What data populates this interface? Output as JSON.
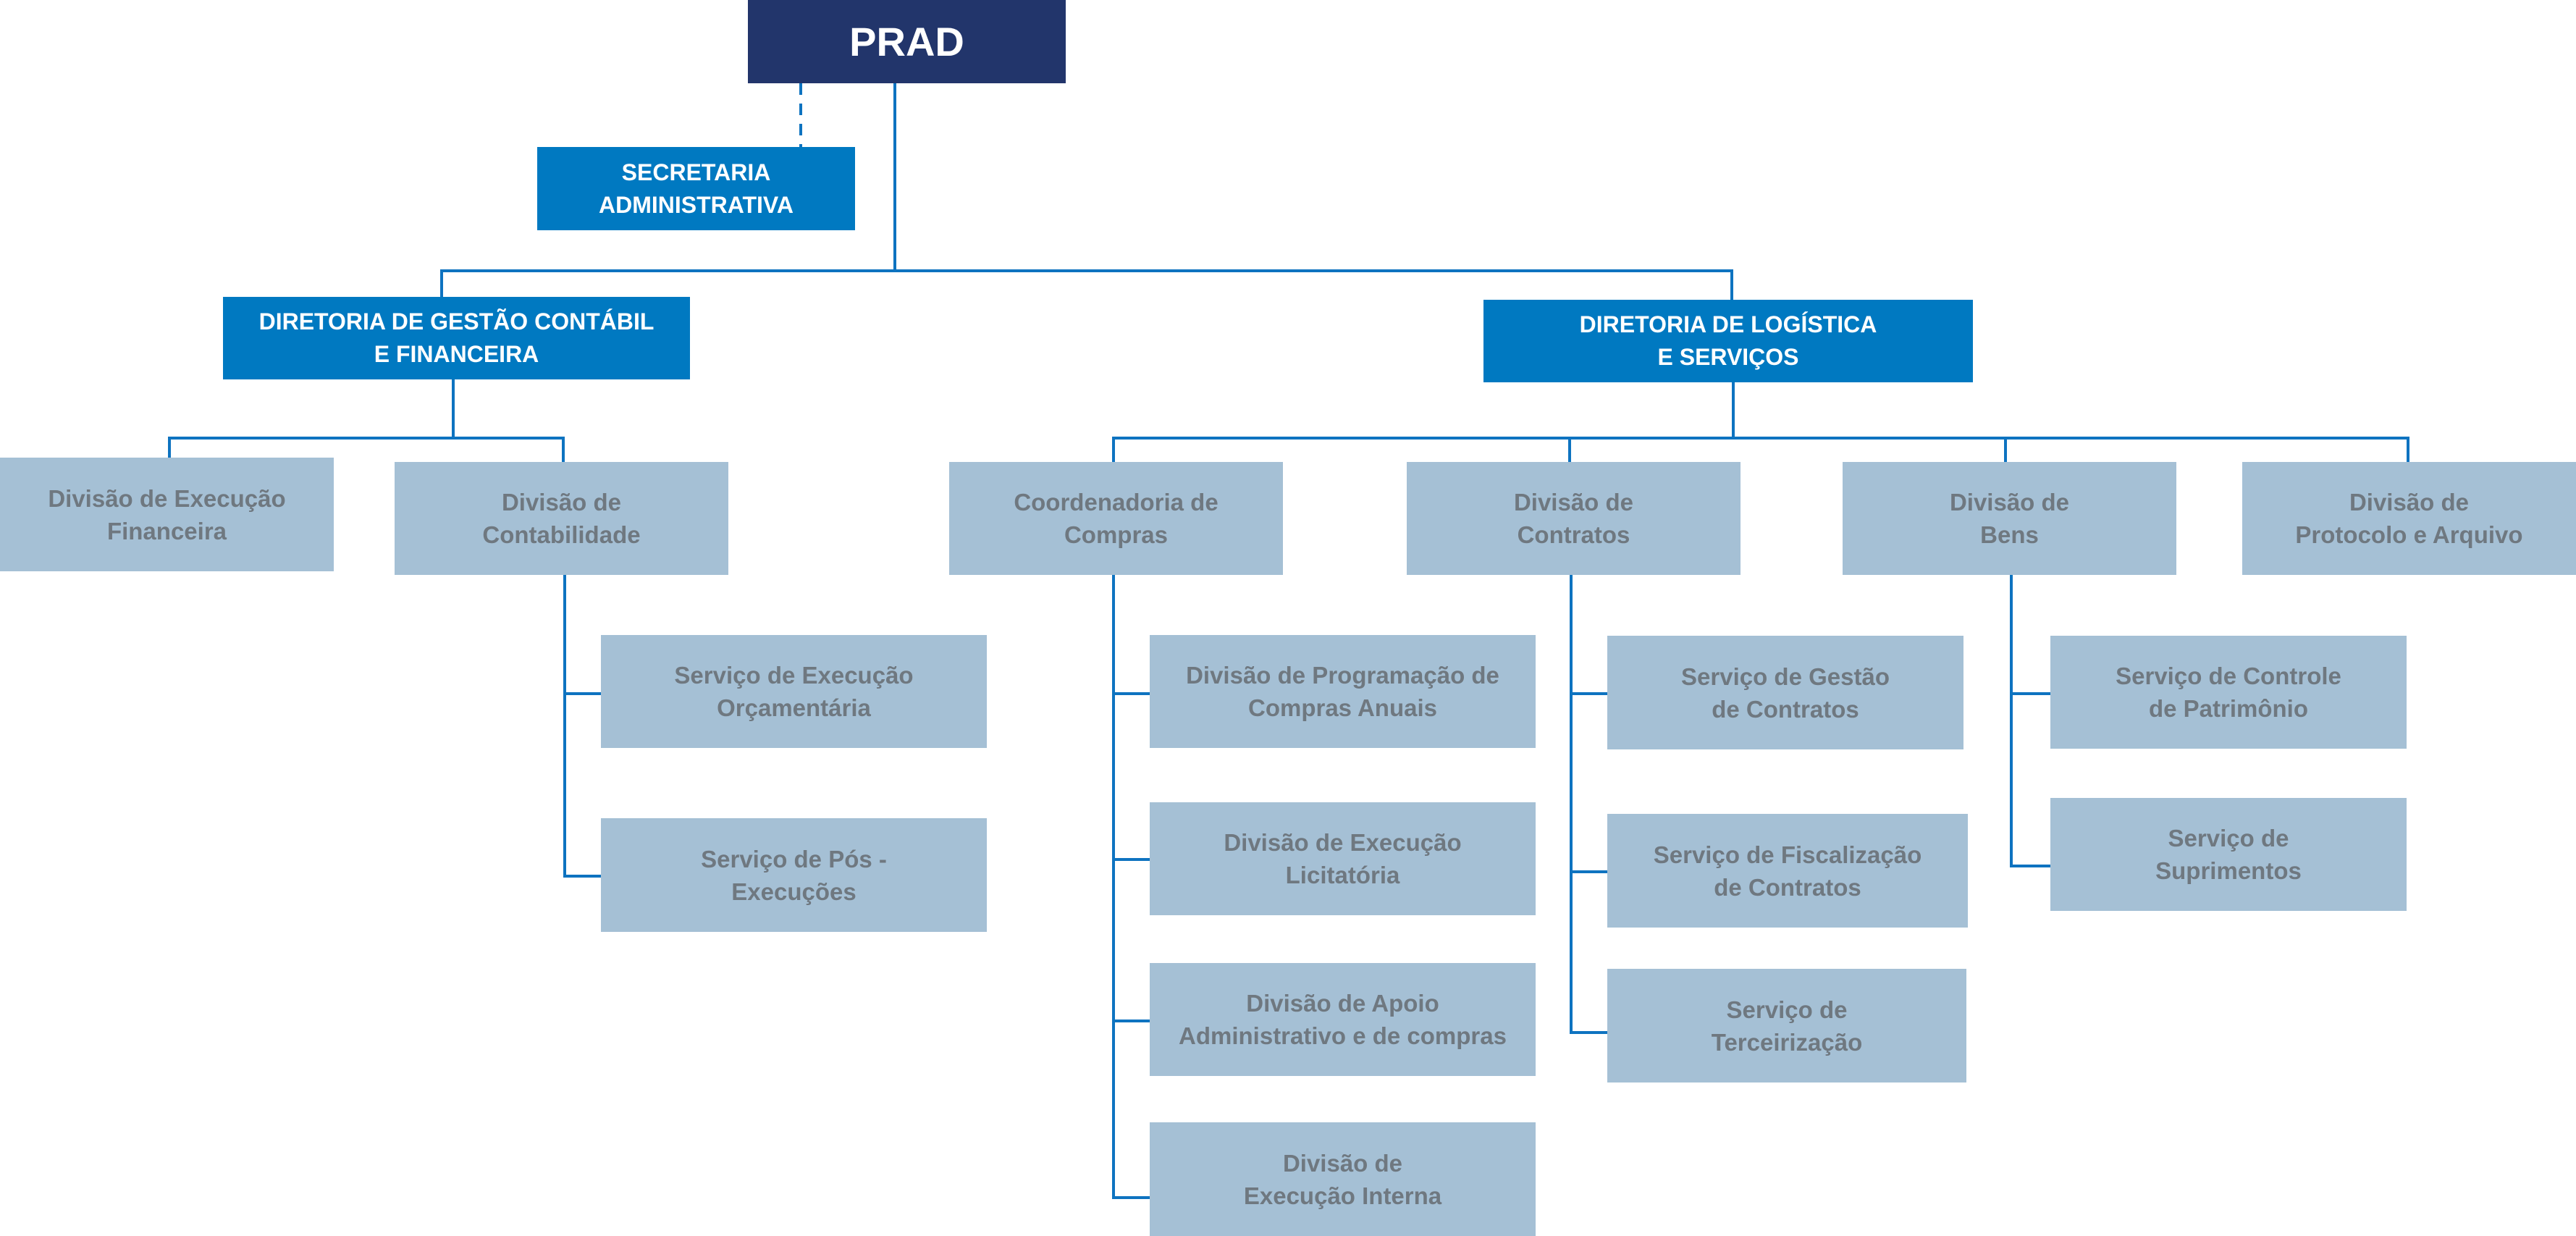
{
  "root": {
    "label": "PRAD"
  },
  "secretaria": {
    "line1": "SECRETARIA",
    "line2": "ADMINISTRATIVA"
  },
  "directorates": [
    {
      "line1": "DIRETORIA DE GESTÃO CONTÁBIL",
      "line2": "E FINANCEIRA"
    },
    {
      "line1": "DIRETORIA DE LOGÍSTICA",
      "line2": "E SERVIÇOS"
    }
  ],
  "divisions": [
    {
      "line1": "Divisão de Execução",
      "line2": "Financeira"
    },
    {
      "line1": "Divisão de",
      "line2": "Contabilidade"
    },
    {
      "line1": "Coordenadoria de",
      "line2": "Compras"
    },
    {
      "line1": "Divisão de",
      "line2": "Contratos"
    },
    {
      "line1": "Divisão de",
      "line2": "Bens"
    },
    {
      "line1": "Divisão de",
      "line2": "Protocolo e Arquivo"
    }
  ],
  "contabilidade_services": [
    {
      "line1": "Serviço de Execução",
      "line2": "Orçamentária"
    },
    {
      "line1": "Serviço de Pós -",
      "line2": "Execuções"
    }
  ],
  "compras_units": [
    {
      "line1": "Divisão de Programação de",
      "line2": "Compras Anuais"
    },
    {
      "line1": "Divisão de Execução",
      "line2": "Licitatória"
    },
    {
      "line1": "Divisão de Apoio",
      "line2": "Administrativo e de compras"
    },
    {
      "line1": "Divisão de",
      "line2": "Execução Interna"
    }
  ],
  "contratos_services": [
    {
      "line1": "Serviço de Gestão",
      "line2": "de Contratos"
    },
    {
      "line1": "Serviço de Fiscalização",
      "line2": "de Contratos"
    },
    {
      "line1": "Serviço de",
      "line2": "Terceirização"
    }
  ],
  "bens_services": [
    {
      "line1": "Serviço de Controle",
      "line2": "de Patrimônio"
    },
    {
      "line1": "Serviço de",
      "line2": "Suprimentos"
    }
  ]
}
